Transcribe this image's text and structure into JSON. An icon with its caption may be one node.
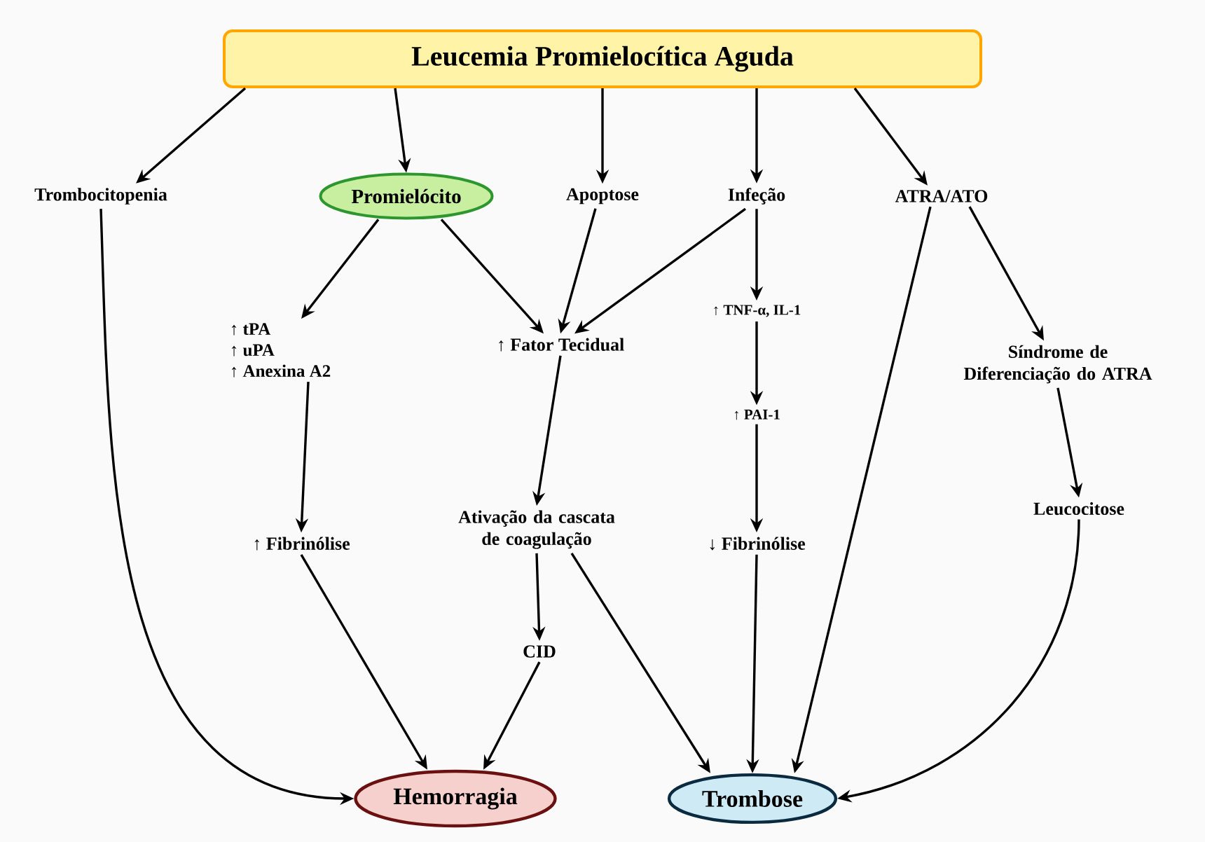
{
  "diagram": {
    "nodes": [
      {
        "text": [
          "Leucemia Promielocítica Aguda"
        ]
      },
      {
        "text": [
          "Trombocitopenia"
        ]
      },
      {
        "text": [
          "Promielócito"
        ]
      },
      {
        "text": [
          "Apoptose"
        ]
      },
      {
        "text": [
          "Infeção"
        ]
      },
      {
        "text": [
          "ATRA/ATO"
        ]
      },
      {
        "text": [
          "↑ tPA",
          "↑ uPA",
          "↑ Anexina A2"
        ]
      },
      {
        "text": [
          "↑ Fator Tecidual"
        ]
      },
      {
        "text": [
          "↑ TNF-α, IL-1"
        ]
      },
      {
        "text": [
          "↑ PAI-1"
        ]
      },
      {
        "text": [
          "Síndrome de Diferenciação do ATRA"
        ]
      },
      {
        "text": [
          "↑ Fibrinólise"
        ]
      },
      {
        "text": [
          "Ativação da cascata de coagulação"
        ]
      },
      {
        "text": [
          "↓ Fibrinólise"
        ]
      },
      {
        "text": [
          "Leucocitose"
        ]
      },
      {
        "text": [
          "CID"
        ]
      },
      {
        "text": [
          "Hemorragia"
        ]
      },
      {
        "text": [
          "Trombose"
        ]
      }
    ],
    "edges": [
      {
        "from": 0,
        "to": 1,
        "arrow": "to"
      },
      {
        "from": 0,
        "to": 2,
        "arrow": "to"
      },
      {
        "from": 0,
        "to": 3,
        "arrow": "to"
      },
      {
        "from": 0,
        "to": 4,
        "arrow": "to"
      },
      {
        "from": 0,
        "to": 5,
        "arrow": "to"
      },
      {
        "from": 1,
        "to": 16,
        "arrow": "to"
      },
      {
        "from": 2,
        "to": 6,
        "arrow": "to"
      },
      {
        "from": 2,
        "to": 7,
        "arrow": "to"
      },
      {
        "from": 3,
        "to": 7,
        "arrow": "to"
      },
      {
        "from": 4,
        "to": 7,
        "arrow": "to"
      },
      {
        "from": 4,
        "to": 8,
        "arrow": "to"
      },
      {
        "from": 5,
        "to": 10,
        "arrow": "to"
      },
      {
        "from": 5,
        "to": 17,
        "arrow": "to"
      },
      {
        "from": 6,
        "to": 11,
        "arrow": "to"
      },
      {
        "from": 7,
        "to": 12,
        "arrow": "to"
      },
      {
        "from": 8,
        "to": 9,
        "arrow": "to"
      },
      {
        "from": 10,
        "to": 14,
        "arrow": "to"
      },
      {
        "from": 12,
        "to": 15,
        "arrow": "to"
      },
      {
        "from": 12,
        "to": 17,
        "arrow": "to"
      },
      {
        "from": 9,
        "to": 13,
        "arrow": "to"
      },
      {
        "from": 11,
        "to": 16,
        "arrow": "to"
      },
      {
        "from": 15,
        "to": 16,
        "arrow": "to"
      },
      {
        "from": 13,
        "to": 17,
        "arrow": "to"
      },
      {
        "from": 14,
        "to": 17,
        "arrow": "to"
      }
    ]
  }
}
